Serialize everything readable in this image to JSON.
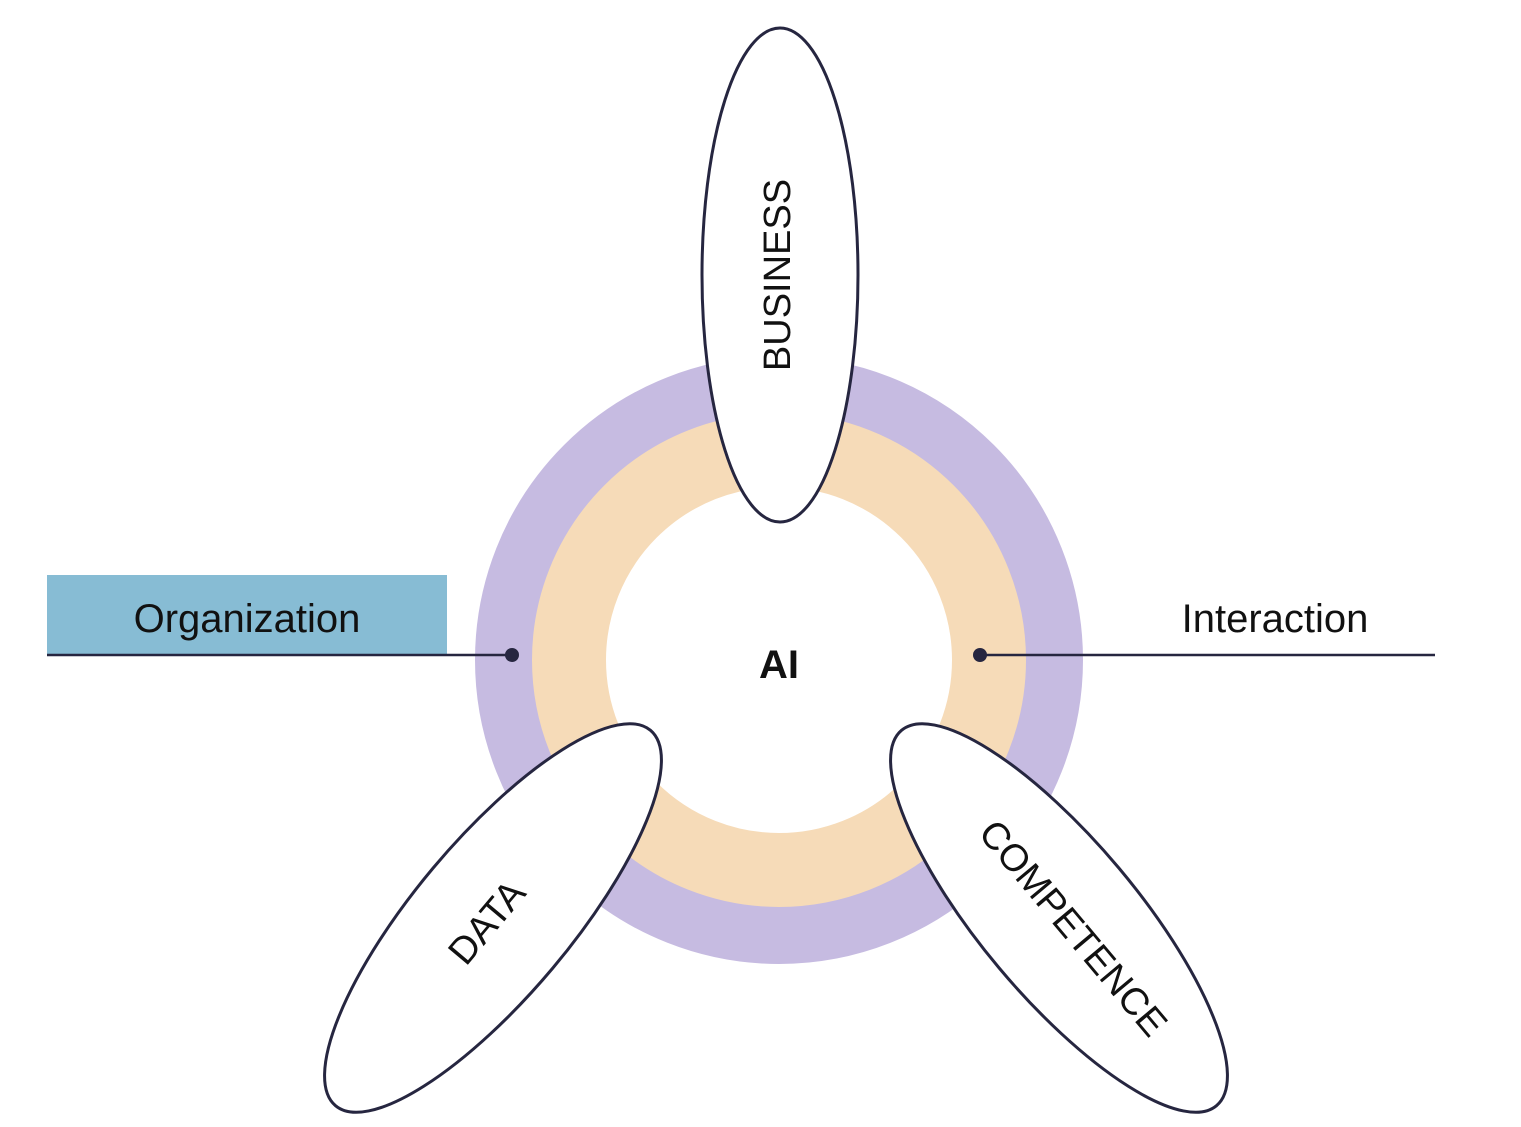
{
  "diagram": {
    "center_label": "AI",
    "petals": {
      "top": "BUSINESS",
      "bottom_left": "DATA",
      "bottom_right": "COMPETENCE"
    },
    "left_callout": "Organization",
    "right_callout": "Interaction"
  },
  "colors": {
    "outer_ring": "#c6bbe1",
    "inner_ring": "#f6dbb8",
    "callout_box": "#87bcd4",
    "outline": "#262640"
  }
}
